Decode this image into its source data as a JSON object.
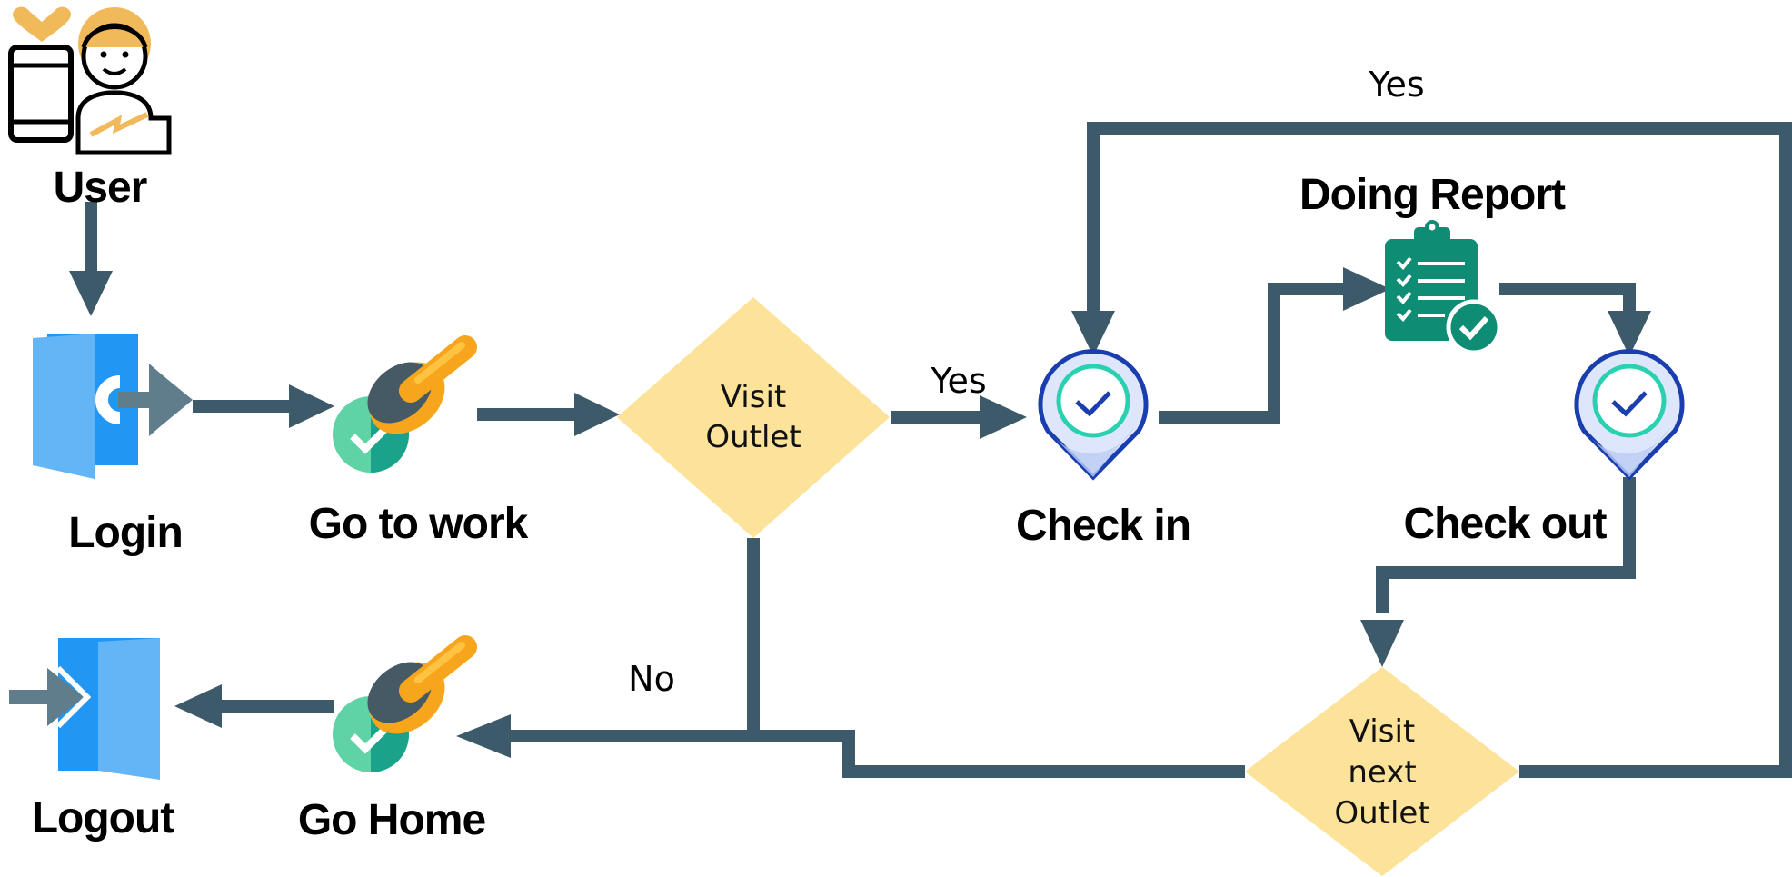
{
  "nodes": {
    "user": "User",
    "login": "Login",
    "go_to_work": "Go to work",
    "visit_outlet_1": "Visit",
    "visit_outlet_2": "Outlet",
    "check_in": "Check in",
    "doing_report": "Doing Report",
    "check_out": "Check out",
    "visit_next_1": "Visit",
    "visit_next_2": "next",
    "visit_next_3": "Outlet",
    "go_home": "Go Home",
    "logout": "Logout"
  },
  "edges": {
    "yes_to_checkin": "Yes",
    "yes_loop": "Yes",
    "no_to_home": "No"
  },
  "colors": {
    "arrow": "#3d5a6b",
    "decision": "#fde39a",
    "door_light": "#64b5f6",
    "door_dark": "#2196f3",
    "pin_ring": "#1a3eb0",
    "pin_fill": "#dde6fb",
    "check_teal": "#2ad1b0",
    "clipboard": "#0e8c74",
    "torch_orange": "#f7a51d",
    "torch_dark": "#455a64",
    "user_accent": "#f0b95a"
  }
}
